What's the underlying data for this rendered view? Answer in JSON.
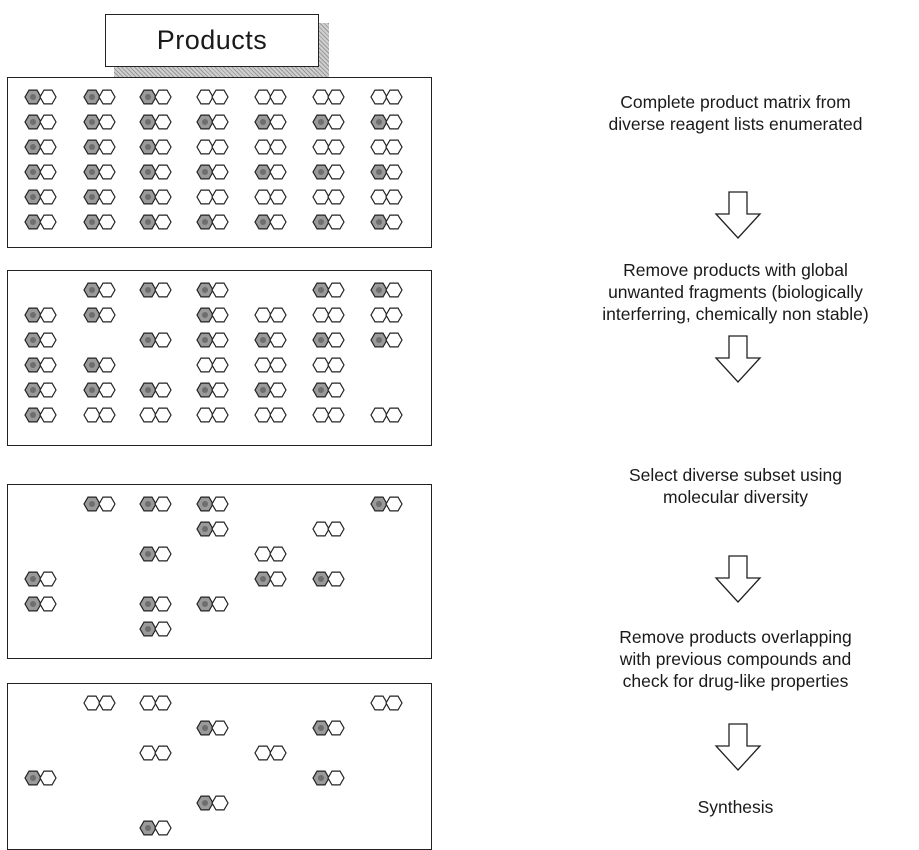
{
  "title": "Products",
  "steps": [
    {
      "lines": [
        "Complete product matrix from",
        "diverse reagent lists enumerated"
      ]
    },
    {
      "lines": [
        "Remove products with global",
        "unwanted fragments (biologically",
        "interferring, chemically non stable)"
      ]
    },
    {
      "lines": [
        "Select diverse subset using",
        "molecular diversity"
      ]
    },
    {
      "lines": [
        "Remove products overlapping",
        "with previous compounds and",
        "check for drug-like properties"
      ]
    },
    {
      "lines": [
        "Synthesis"
      ]
    }
  ],
  "panels": [
    {
      "cells": [
        [
          0,
          0,
          "d"
        ],
        [
          0,
          1,
          "d"
        ],
        [
          0,
          2,
          "d"
        ],
        [
          0,
          3,
          "l"
        ],
        [
          0,
          4,
          "l"
        ],
        [
          0,
          5,
          "l"
        ],
        [
          0,
          6,
          "l"
        ],
        [
          1,
          0,
          "d"
        ],
        [
          1,
          1,
          "d"
        ],
        [
          1,
          2,
          "d"
        ],
        [
          1,
          3,
          "d"
        ],
        [
          1,
          4,
          "d"
        ],
        [
          1,
          5,
          "d"
        ],
        [
          1,
          6,
          "d"
        ],
        [
          2,
          0,
          "d"
        ],
        [
          2,
          1,
          "d"
        ],
        [
          2,
          2,
          "d"
        ],
        [
          2,
          3,
          "l"
        ],
        [
          2,
          4,
          "l"
        ],
        [
          2,
          5,
          "l"
        ],
        [
          2,
          6,
          "l"
        ],
        [
          3,
          0,
          "d"
        ],
        [
          3,
          1,
          "d"
        ],
        [
          3,
          2,
          "d"
        ],
        [
          3,
          3,
          "d"
        ],
        [
          3,
          4,
          "d"
        ],
        [
          3,
          5,
          "d"
        ],
        [
          3,
          6,
          "d"
        ],
        [
          4,
          0,
          "d"
        ],
        [
          4,
          1,
          "d"
        ],
        [
          4,
          2,
          "d"
        ],
        [
          4,
          3,
          "l"
        ],
        [
          4,
          4,
          "l"
        ],
        [
          4,
          5,
          "l"
        ],
        [
          4,
          6,
          "l"
        ],
        [
          5,
          0,
          "d"
        ],
        [
          5,
          1,
          "d"
        ],
        [
          5,
          2,
          "d"
        ],
        [
          5,
          3,
          "d"
        ],
        [
          5,
          4,
          "d"
        ],
        [
          5,
          5,
          "d"
        ],
        [
          5,
          6,
          "d"
        ]
      ]
    },
    {
      "cells": [
        [
          0,
          1,
          "d"
        ],
        [
          0,
          2,
          "d"
        ],
        [
          0,
          3,
          "d"
        ],
        [
          0,
          5,
          "d"
        ],
        [
          0,
          6,
          "d"
        ],
        [
          1,
          0,
          "d"
        ],
        [
          1,
          1,
          "d"
        ],
        [
          1,
          3,
          "d"
        ],
        [
          1,
          4,
          "l"
        ],
        [
          1,
          5,
          "l"
        ],
        [
          1,
          6,
          "l"
        ],
        [
          2,
          0,
          "d"
        ],
        [
          2,
          2,
          "d"
        ],
        [
          2,
          3,
          "d"
        ],
        [
          2,
          4,
          "d"
        ],
        [
          2,
          5,
          "d"
        ],
        [
          2,
          6,
          "d"
        ],
        [
          3,
          0,
          "d"
        ],
        [
          3,
          1,
          "d"
        ],
        [
          3,
          3,
          "l"
        ],
        [
          3,
          4,
          "l"
        ],
        [
          3,
          5,
          "l"
        ],
        [
          4,
          0,
          "d"
        ],
        [
          4,
          1,
          "d"
        ],
        [
          4,
          2,
          "d"
        ],
        [
          4,
          3,
          "d"
        ],
        [
          4,
          4,
          "d"
        ],
        [
          4,
          5,
          "d"
        ],
        [
          5,
          0,
          "d"
        ],
        [
          5,
          1,
          "l"
        ],
        [
          5,
          2,
          "l"
        ],
        [
          5,
          3,
          "l"
        ],
        [
          5,
          4,
          "l"
        ],
        [
          5,
          5,
          "l"
        ],
        [
          5,
          6,
          "l"
        ]
      ]
    },
    {
      "cells": [
        [
          0,
          1,
          "d"
        ],
        [
          0,
          2,
          "d"
        ],
        [
          0,
          3,
          "d"
        ],
        [
          0,
          6,
          "d"
        ],
        [
          1,
          3,
          "d"
        ],
        [
          1,
          5,
          "l"
        ],
        [
          2,
          2,
          "d"
        ],
        [
          2,
          4,
          "l"
        ],
        [
          3,
          0,
          "d"
        ],
        [
          3,
          4,
          "d"
        ],
        [
          3,
          5,
          "d"
        ],
        [
          4,
          0,
          "d"
        ],
        [
          4,
          2,
          "d"
        ],
        [
          4,
          3,
          "d"
        ],
        [
          5,
          2,
          "d"
        ]
      ]
    },
    {
      "cells": [
        [
          0,
          1,
          "l"
        ],
        [
          0,
          2,
          "l"
        ],
        [
          0,
          6,
          "l"
        ],
        [
          1,
          3,
          "d"
        ],
        [
          1,
          5,
          "d"
        ],
        [
          2,
          2,
          "l"
        ],
        [
          2,
          4,
          "l"
        ],
        [
          3,
          0,
          "d"
        ],
        [
          3,
          5,
          "d"
        ],
        [
          4,
          3,
          "d"
        ],
        [
          5,
          2,
          "d"
        ]
      ]
    }
  ]
}
